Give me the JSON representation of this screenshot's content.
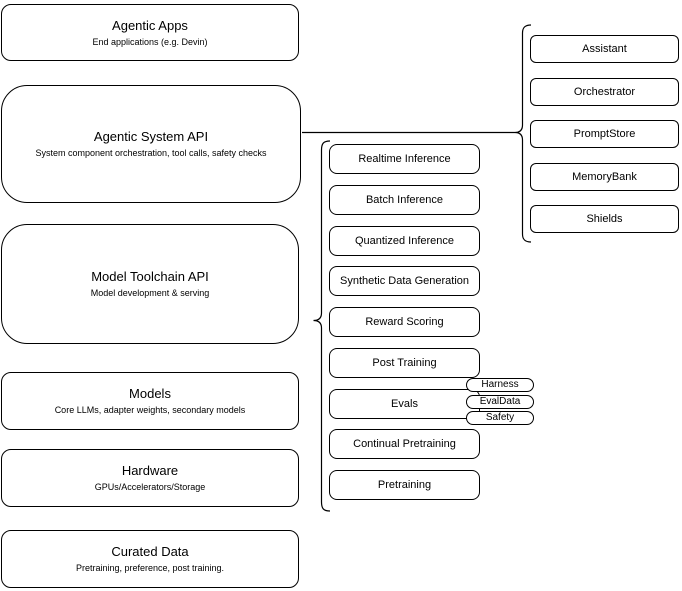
{
  "colors": {
    "background": "#ffffff",
    "stroke": "#000000",
    "text": "#000000"
  },
  "left_stack": [
    {
      "title": "Agentic Apps",
      "subtitle": "End applications (e.g. Devin)"
    },
    {
      "title": "Agentic System API",
      "subtitle": "System component orchestration, tool calls, safety checks"
    },
    {
      "title": "Model Toolchain API",
      "subtitle": "Model development & serving"
    },
    {
      "title": "Models",
      "subtitle": "Core LLMs, adapter weights, secondary models"
    },
    {
      "title": "Hardware",
      "subtitle": "GPUs/Accelerators/Storage"
    },
    {
      "title": "Curated Data",
      "subtitle": "Pretraining, preference, post training."
    }
  ],
  "toolchain_components": [
    "Realtime Inference",
    "Batch Inference",
    "Quantized Inference",
    "Synthetic Data Generation",
    "Reward Scoring",
    "Post Training",
    "Evals",
    "Continual Pretraining",
    "Pretraining"
  ],
  "eval_tags": [
    "Harness",
    "EvalData",
    "Safety"
  ],
  "system_components": [
    "Assistant",
    "Orchestrator",
    "PromptStore",
    "MemoryBank",
    "Shields"
  ]
}
